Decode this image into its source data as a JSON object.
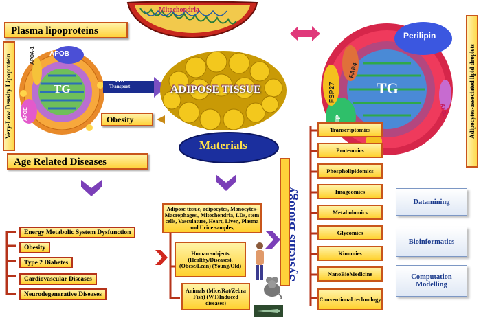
{
  "top": {
    "mitochondria": "Mitochondria",
    "plasma_lipoproteins": "Plasma lipoproteins",
    "vldl": "Very-Low Density Lipoprotein",
    "apob": "APOB",
    "apoa1": "APOA-1",
    "apoe": "APOE",
    "tg_left": "TG",
    "ffa": "FFA",
    "transport": "Transport",
    "adipose_tissue": "ADIPOSE TISSUE",
    "obesity_top": "Obesity",
    "age_related": "Age Related Diseases",
    "materials": "Materials",
    "lipid_droplets": "Adipocytes-associated lipid droplets",
    "perilipin": "Perilipin",
    "fsp27": "FSP27",
    "fap4": "FAP4",
    "adfp": "ADFP",
    "tg_right": "TG",
    "atgl": "ATGL"
  },
  "diseases": [
    "Energy Metabolic System Dysfunction",
    "Obesity",
    "Type 2 Diabetes",
    "Cardiovascular Diseases",
    "Neurodegenerative Diseases"
  ],
  "samples": {
    "tissue": "Adipose tissue, adipocytes, Monocytes-Macrophages,, Mitochondria, LDs, stem cells, Vasculature, Heart, Liver,, Plasma and Urine samples,",
    "human": "Human subjects (Healthy/Diseases), (Obese/Lean) (Young/Old)",
    "animals": "Animals (Mice/Rat/Zebra Fish) (WT/Induced diseases)"
  },
  "systems_biology": "Systems Biology",
  "omics": [
    "Transcriptomics",
    "Proteomics",
    "Phospholipidomics",
    "Imageomics",
    "Metabolomics",
    "Glycomics",
    "Kinomies",
    "NanoBioMedicine",
    "Conventional technology"
  ],
  "analysis": [
    "Datamining",
    "Bioinformatics",
    "Computation Modelling"
  ],
  "colors": {
    "box_border": "#c8551b",
    "box_fill": "#ffd23a",
    "materials_blue": "#1b2f9e",
    "analysis_text": "#1a3a8c"
  }
}
